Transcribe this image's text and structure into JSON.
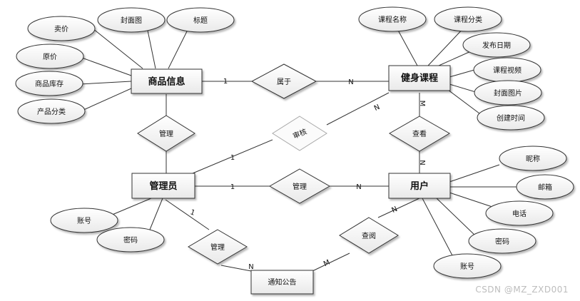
{
  "entities": {
    "product": "商品信息",
    "course": "健身课程",
    "admin": "管理员",
    "user": "用户",
    "notice": "通知公告"
  },
  "relationships": {
    "belongs": "属于",
    "manage_product": "管理",
    "review": "审核",
    "view": "查看",
    "manage_user": "管理",
    "manage_notice": "管理",
    "read": "查阅"
  },
  "attributes": {
    "product": [
      "卖价",
      "封面图",
      "标题",
      "原价",
      "商品库存",
      "产品分类"
    ],
    "course": [
      "课程名称",
      "课程分类",
      "发布日期",
      "课程视频",
      "封面图片",
      "创建时间"
    ],
    "admin": [
      "账号",
      "密码"
    ],
    "user": [
      "昵称",
      "邮箱",
      "电话",
      "密码",
      "账号"
    ]
  },
  "cardinalities": {
    "belongs_product": "1",
    "belongs_course": "N",
    "review_admin": "1",
    "review_course": "N",
    "view_course": "M",
    "view_user": "N",
    "manage_user_admin": "1",
    "manage_user_user": "N",
    "manage_notice_admin": "1",
    "manage_notice_notice": "N",
    "read_user": "N",
    "read_notice": "M"
  },
  "watermark": "CSDN @MZ_ZXD001"
}
